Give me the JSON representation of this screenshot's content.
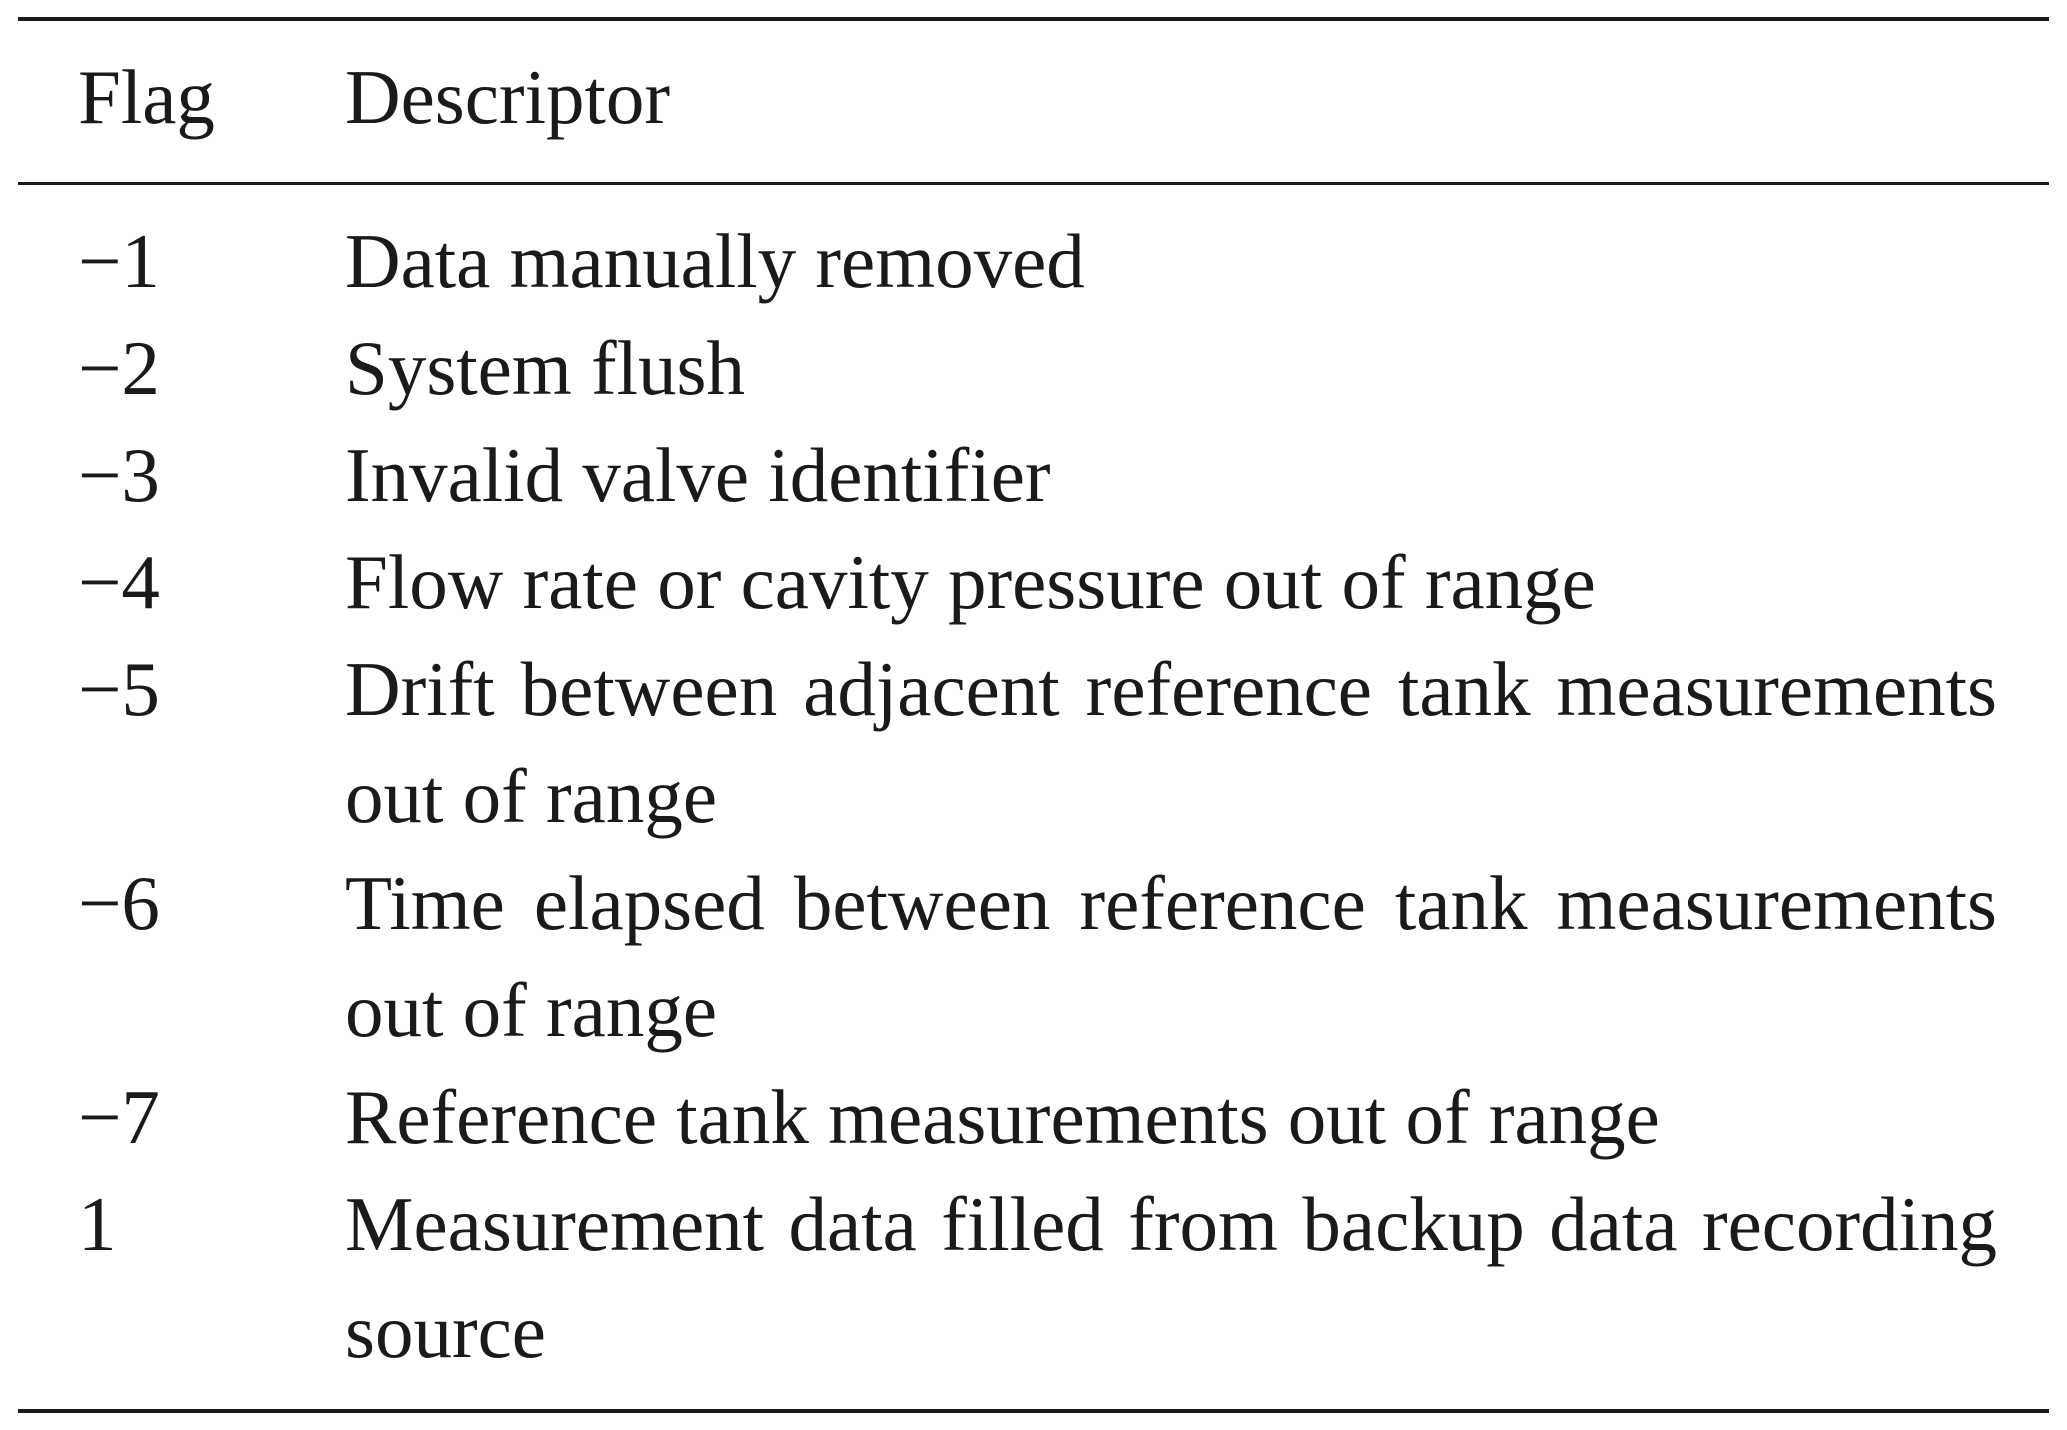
{
  "table": {
    "header": {
      "flag": "Flag",
      "descriptor": "Descriptor"
    },
    "rows": [
      {
        "flag": "−1",
        "descriptor": "Data manually removed"
      },
      {
        "flag": "−2",
        "descriptor": "System flush"
      },
      {
        "flag": "−3",
        "descriptor": "Invalid valve identifier"
      },
      {
        "flag": "−4",
        "descriptor": "Flow rate or cavity pressure out of range"
      },
      {
        "flag": "−5",
        "descriptor": "Drift between adjacent reference tank measure­ments out of range"
      },
      {
        "flag": "−6",
        "descriptor": "Time elapsed between reference tank measure­ments out of range"
      },
      {
        "flag": "−7",
        "descriptor": "Reference tank measurements out of range"
      },
      {
        "flag": "1",
        "descriptor": "Measurement data filled from backup data recording source"
      }
    ]
  }
}
